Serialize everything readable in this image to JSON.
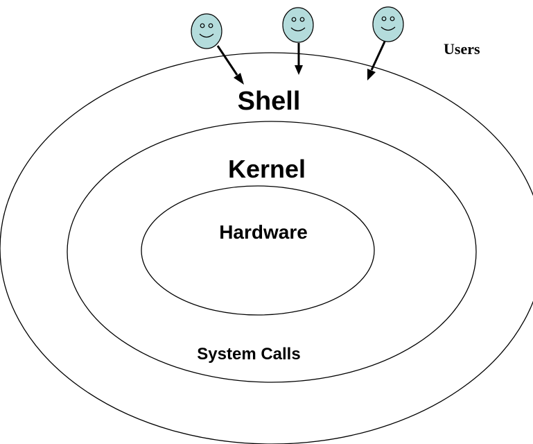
{
  "layers": {
    "shell_label": "Shell",
    "kernel_label": "Kernel",
    "hardware_label": "Hardware",
    "system_calls_label": "System Calls"
  },
  "users": {
    "label": "Users",
    "icon": "smiley-face-icon",
    "count": 3
  },
  "colors": {
    "face_fill": "#b4dcdc",
    "outline": "#000000",
    "background": "#ffffff"
  }
}
